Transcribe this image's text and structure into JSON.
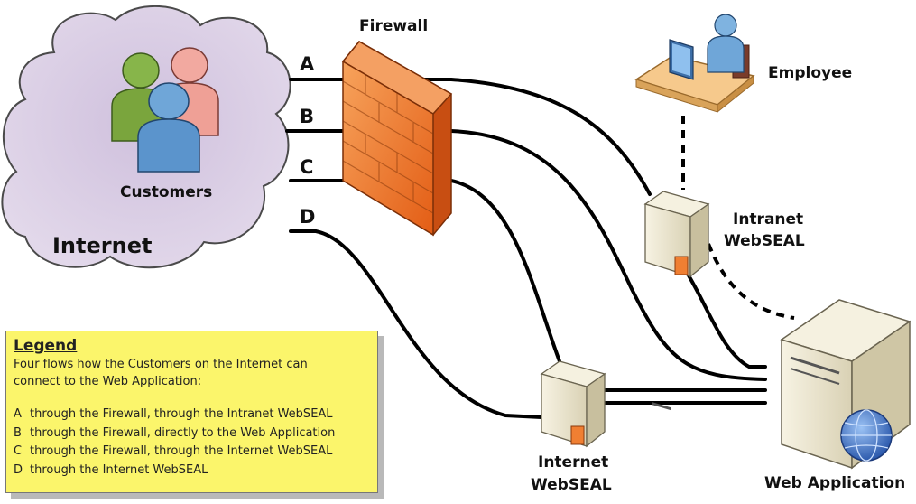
{
  "labels": {
    "firewall": "Firewall",
    "employee": "Employee",
    "customers": "Customers",
    "internet": "Internet",
    "intranet_webseal_line1": "Intranet",
    "intranet_webseal_line2": "WebSEAL",
    "internet_webseal_line1": "Internet",
    "internet_webseal_line2": "WebSEAL",
    "web_application": "Web Application"
  },
  "flows": [
    {
      "key": "A"
    },
    {
      "key": "B"
    },
    {
      "key": "C"
    },
    {
      "key": "D"
    }
  ],
  "legend": {
    "title": "Legend",
    "description": "Four flows how the Customers on the Internet can\nconnect to the Web Application:",
    "items": [
      {
        "key": "A",
        "text": "through the Firewall, through the Intranet WebSEAL"
      },
      {
        "key": "B",
        "text": "through the Firewall, directly to the Web Application"
      },
      {
        "key": "C",
        "text": "through the Firewall, through the Internet WebSEAL"
      },
      {
        "key": "D",
        "text": "through the Internet WebSEAL"
      }
    ]
  },
  "colors": {
    "cloud": "#d9cde3",
    "firewall": "#f07f32",
    "legend_background": "#fbf56b",
    "server_case": "#ece6cf",
    "globe": "#3e6fc2"
  }
}
